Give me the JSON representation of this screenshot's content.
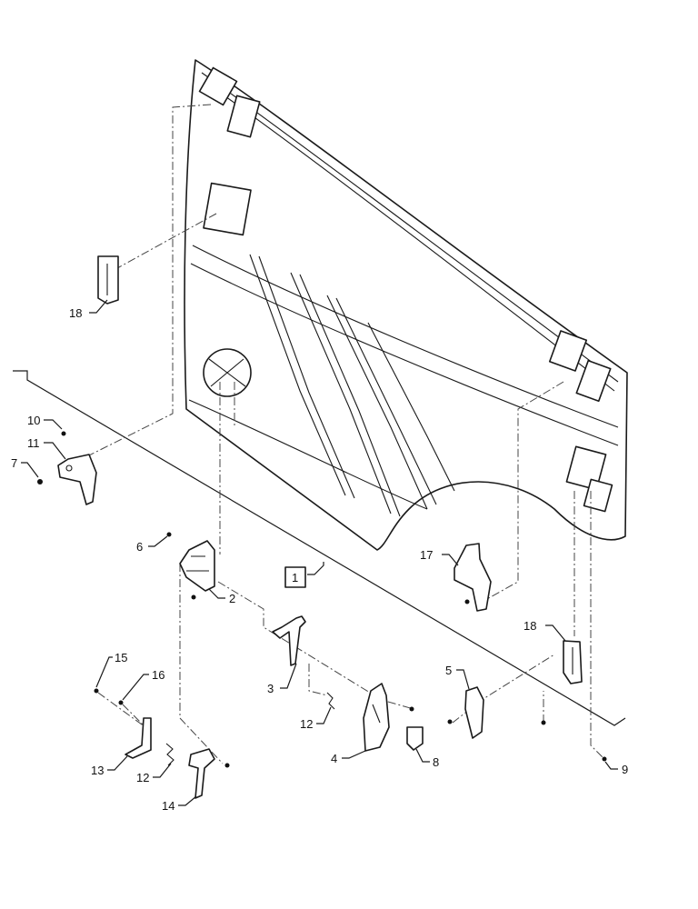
{
  "callouts": {
    "c1": "1",
    "c2": "2",
    "c3": "3",
    "c4": "4",
    "c5": "5",
    "c6": "6",
    "c7": "7",
    "c8": "8",
    "c9": "9",
    "c10": "10",
    "c11": "11",
    "c12a": "12",
    "c12b": "12",
    "c13": "13",
    "c14": "14",
    "c15": "15",
    "c16": "16",
    "c17": "17",
    "c18a": "18",
    "c18b": "18"
  }
}
